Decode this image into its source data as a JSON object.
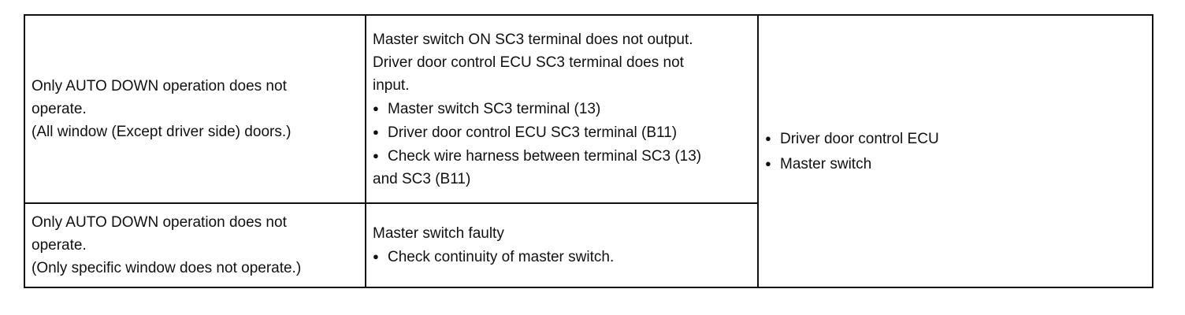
{
  "rows": [
    {
      "symptom": [
        "Only AUTO DOWN operation does not",
        "operate.",
        "(All window (Except driver side) doors.)"
      ],
      "cause": {
        "text": [
          "Master switch ON SC3 terminal does not output.",
          "Driver door control ECU SC3 terminal does not",
          "input."
        ],
        "bullets": [
          "Master switch SC3 terminal (13)",
          "Driver door control ECU SC3 terminal (B11)",
          "Check wire harness between terminal SC3 (13)"
        ],
        "continuation": "and SC3 (B11)"
      }
    },
    {
      "symptom": [
        "Only AUTO DOWN operation does not",
        "operate.",
        "(Only specific window does not operate.)"
      ],
      "cause": {
        "text": [
          "Master switch faulty"
        ],
        "bullets": [
          "Check continuity of master switch."
        ]
      }
    }
  ],
  "suspect_parts": [
    "Driver door control ECU",
    "Master switch"
  ]
}
